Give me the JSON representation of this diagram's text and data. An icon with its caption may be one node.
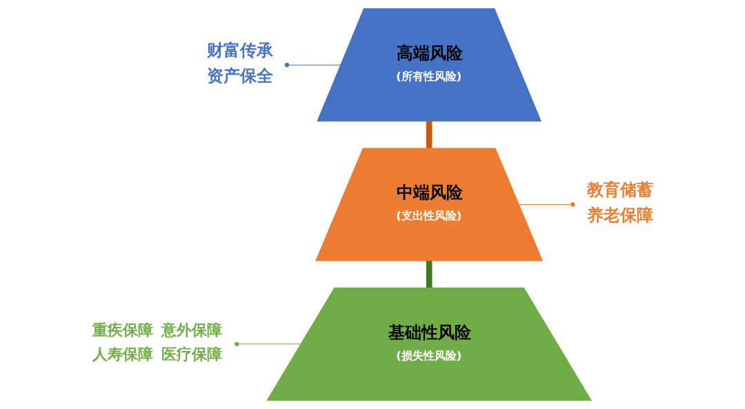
{
  "diagram": {
    "nodes": [
      {
        "text": [
          "高端风险",
          "(所有性风险)"
        ]
      },
      {
        "text": [
          "中端风险",
          "(支出性风险)"
        ]
      },
      {
        "text": [
          "基础性风险",
          "(损失性风险)"
        ]
      },
      {
        "text": [
          "财富传承",
          "资产保全"
        ]
      },
      {
        "text": [
          "教育储蓄",
          "养老保障"
        ]
      },
      {
        "text": [
          "重疾保障",
          "意外保障",
          "人寿保障",
          "医疗保障"
        ]
      }
    ],
    "edges": [
      {
        "from": 0,
        "to": 1,
        "arrow": "none",
        "style": "thick",
        "color": "#c55a11"
      },
      {
        "from": 1,
        "to": 2,
        "arrow": "none",
        "style": "thick",
        "color": "#3f7a22"
      },
      {
        "from": 3,
        "to": 0,
        "arrow": "other",
        "color": "#4472c4"
      },
      {
        "from": 4,
        "to": 1,
        "arrow": "other",
        "color": "#ed7d31"
      },
      {
        "from": 5,
        "to": 2,
        "arrow": "other",
        "color": "#70ad47"
      }
    ]
  }
}
